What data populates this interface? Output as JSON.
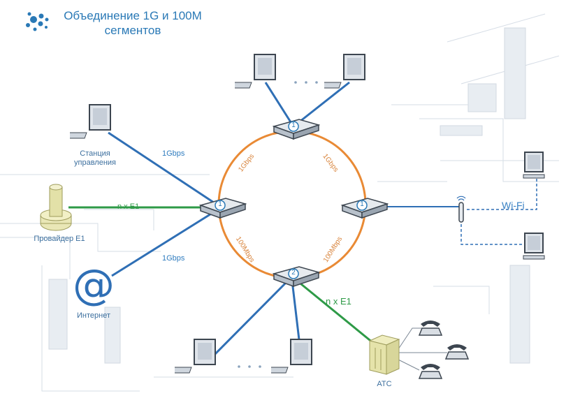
{
  "title": {
    "line1": "Объединение 1G и 100М",
    "line2": "сегментов"
  },
  "labels": {
    "station": "Станция\nуправления",
    "provider": "Провайдер Е1",
    "internet": "Интернет",
    "ats": "АТС",
    "wifi": "Wi-Fi"
  },
  "links": {
    "station_speed": "1Gbps",
    "provider_speed": "n x E1",
    "internet_speed": "1Gbps",
    "ats_speed": "n x E1",
    "ring_left_top": "1Gbps",
    "ring_right_top": "1Gbps",
    "ring_left_bottom": "100Mbps",
    "ring_right_bottom": "100Mbps",
    "dots_top": "· · ·",
    "dots_bottom": "· · ·"
  },
  "switches": {
    "top": "1",
    "left": "1",
    "right": "1",
    "bottom": "2"
  },
  "colors": {
    "blue_link": "#2f6fb5",
    "green_link": "#2e9a47",
    "ring": "#e98a35",
    "brand": "#2a79b6"
  },
  "icons": {
    "logo": "dot-cluster-logo-icon",
    "pc": "computer-icon",
    "switch": "network-switch-icon",
    "phone": "telephone-icon",
    "antenna": "wifi-antenna-icon",
    "at": "at-sign-icon",
    "provider": "provider-terminal-icon",
    "ats": "pbx-cabinet-icon"
  }
}
